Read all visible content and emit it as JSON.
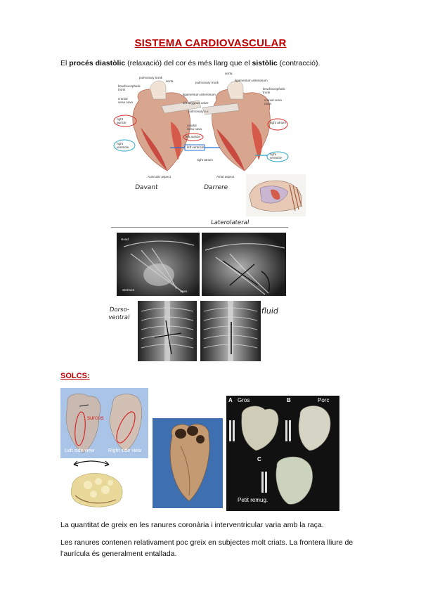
{
  "title": "SISTEMA CARDIOVASCULAR",
  "intro": {
    "part1": "El ",
    "bold1": "procés diastòlic",
    "part2": " (relaxació) del cor és més llarg que el ",
    "bold2": "sistòlic",
    "part3": " (contracció)."
  },
  "heart_diagram": {
    "left_labels": [
      "pulmonary trunk",
      "aorta",
      "brachiocephalic trunk",
      "cranial vena cava",
      "right auricle",
      "right ventricle",
      "ligamentum arteriosum",
      "left azygous valve",
      "pulmonary v.v.",
      "caudal vena cava",
      "left auricle",
      "left ventricle",
      "right atrium"
    ],
    "right_labels": [
      "aorta",
      "pulmonary trunk",
      "ligamentum arteriosum",
      "brachiocephalic trunk",
      "cranial vena cava",
      "right atrium",
      "right ventricle"
    ],
    "captions": [
      "Auricular aspect",
      "Atrial aspect"
    ],
    "hand_left": "Davant",
    "hand_right": "Darrere"
  },
  "xray": {
    "hand_lateral": "Laterolateral",
    "hand_dorso": "Dorso-\nventral",
    "hand_fluid": "fluid",
    "tiny_labels": [
      "Head",
      "Sternum",
      "Apex"
    ]
  },
  "solcs": "SOLCS:",
  "photos": {
    "surcos": "surcos",
    "left_view": "Left side view",
    "right_view": "Right side view",
    "panel_a": "A",
    "panel_b": "B",
    "panel_c": "C",
    "gros": "Gros",
    "porc": "Porc",
    "petit": "Petit remug."
  },
  "paragraphs": [
    "La quantitat de greix en les ranures coronària i interventricular varia amb la raça.",
    "Les ranures contenen relativament poc greix en subjectes molt criats. La frontera lliure de l'aurícula és generalment entallada."
  ],
  "colors": {
    "title_red": "#c00000",
    "annotation_red": "#d42a2a",
    "annotation_blue": "#2a6fd4",
    "annotation_cyan": "#29a6c8"
  }
}
